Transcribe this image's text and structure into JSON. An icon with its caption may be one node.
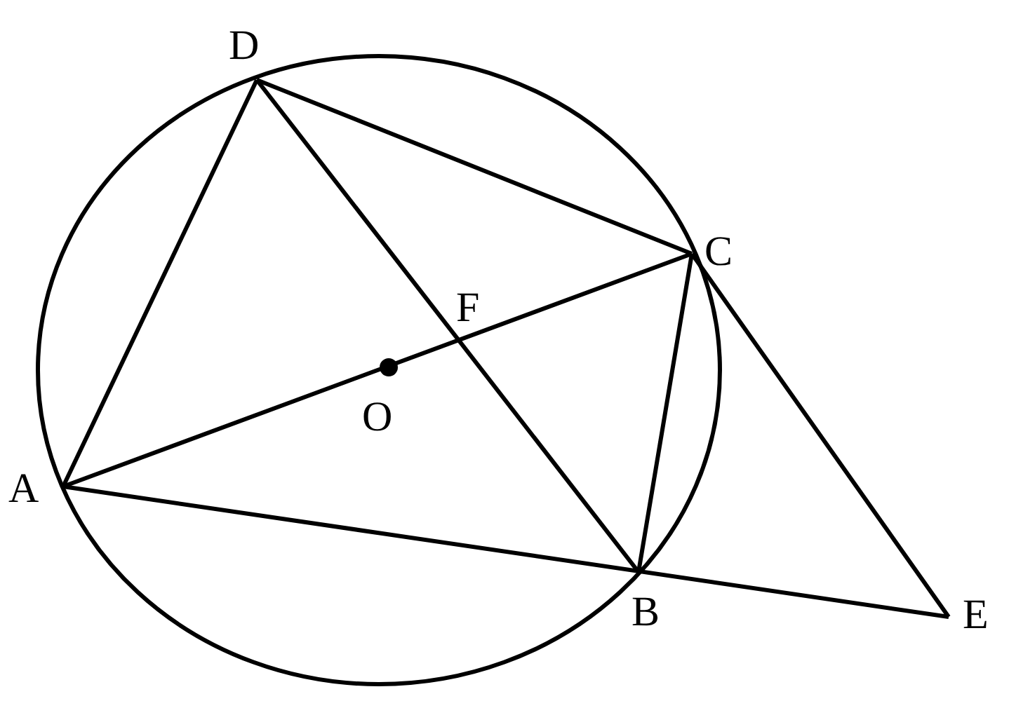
{
  "diagram": {
    "labels": [
      "D",
      "C",
      "F",
      "O",
      "A",
      "B",
      "E"
    ]
  }
}
